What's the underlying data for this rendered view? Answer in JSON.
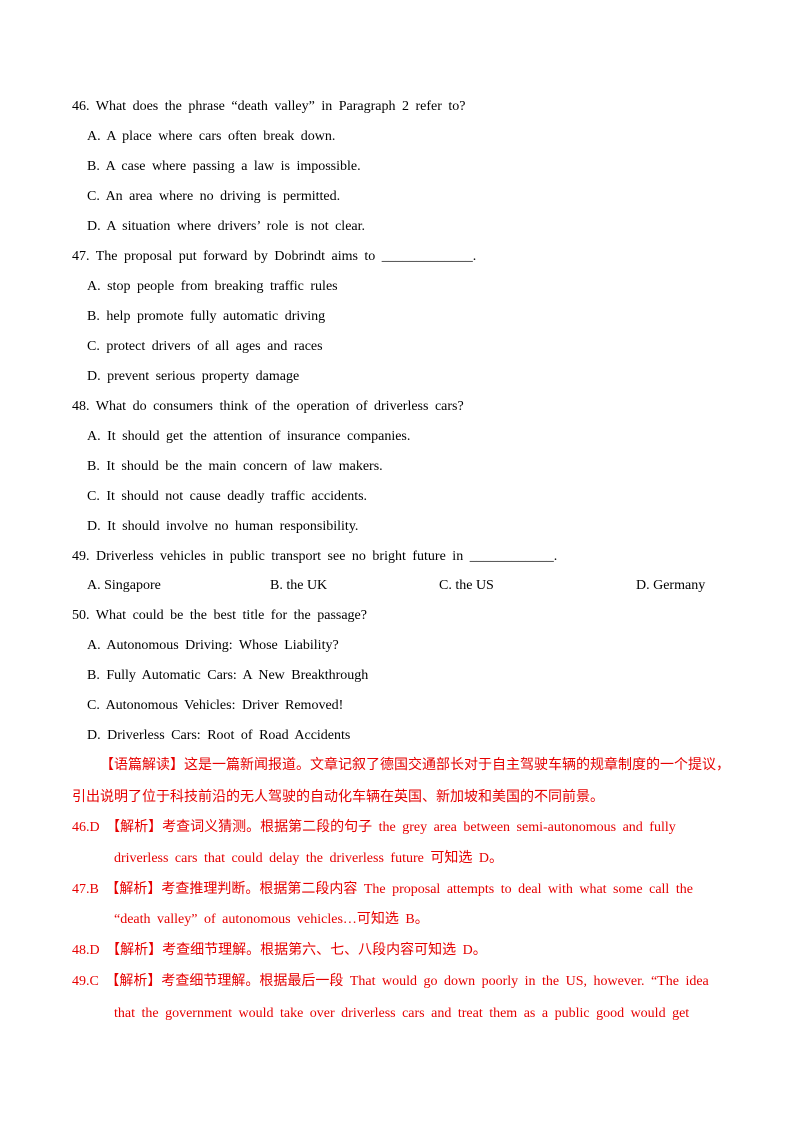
{
  "questions": [
    {
      "stem": "46. What does the phrase “death valley” in Paragraph 2 refer to?",
      "options": [
        "A. A place where cars often break down.",
        "B. A case where passing a law is impossible.",
        "C. An area where no driving is permitted.",
        "D. A situation where drivers’ role is not clear."
      ]
    },
    {
      "stem": "47. The proposal put forward by Dobrindt aims to _____________.",
      "options": [
        "A. stop people from breaking traffic rules",
        "B. help promote fully automatic driving",
        "C. protect drivers of all ages and races",
        "D. prevent serious property damage"
      ]
    },
    {
      "stem": "48. What do consumers think of the operation of driverless cars?",
      "options": [
        "A. It should get the attention of insurance companies.",
        "B. It should be the main concern of law makers.",
        "C. It should not cause deadly traffic accidents.",
        "D. It should involve no human responsibility."
      ]
    },
    {
      "stem": "49. Driverless vehicles in public transport see no bright future in ____________.",
      "options": [
        "A. Singapore",
        "B. the UK",
        "C. the US",
        "D. Germany"
      ]
    },
    {
      "stem": "50. What could be the best title for the passage?",
      "options": [
        "A. Autonomous Driving: Whose Liability?",
        "B. Fully Automatic Cars: A New Breakthrough",
        "C. Autonomous Vehicles: Driver Removed!",
        "D. Driverless Cars: Root of Road Accidents"
      ]
    }
  ],
  "analysis": {
    "summary_line1": "【语篇解读】这是一篇新闻报道。文章记叙了德国交通部长对于自主驾驶车辆的规章制度的一个提议，",
    "summary_line2": "引出说明了位于科技前沿的无人驾驶的自动化车辆在英国、新加坡和美国的不同前景。",
    "a46_line1": "46.D 【解析】考查词义猜测。根据第二段的句子 the grey area between semi-autonomous and fully",
    "a46_line2": "driverless cars that could delay the driverless future 可知选 D。",
    "a47_line1": "47.B 【解析】考查推理判断。根据第二段内容 The proposal attempts to deal with what some call the",
    "a47_line2": "“death valley” of autonomous vehicles…可知选 B。",
    "a48_line1": "48.D 【解析】考查细节理解。根据第六、七、八段内容可知选 D。",
    "a49_line1": "49.C 【解析】考查细节理解。根据最后一段 That would go down poorly in the US, however. “The idea",
    "a49_line2": "that the government would take over driverless cars and treat them as a public good would get"
  },
  "colors": {
    "answer_red": "#e60000",
    "text": "#000000"
  }
}
